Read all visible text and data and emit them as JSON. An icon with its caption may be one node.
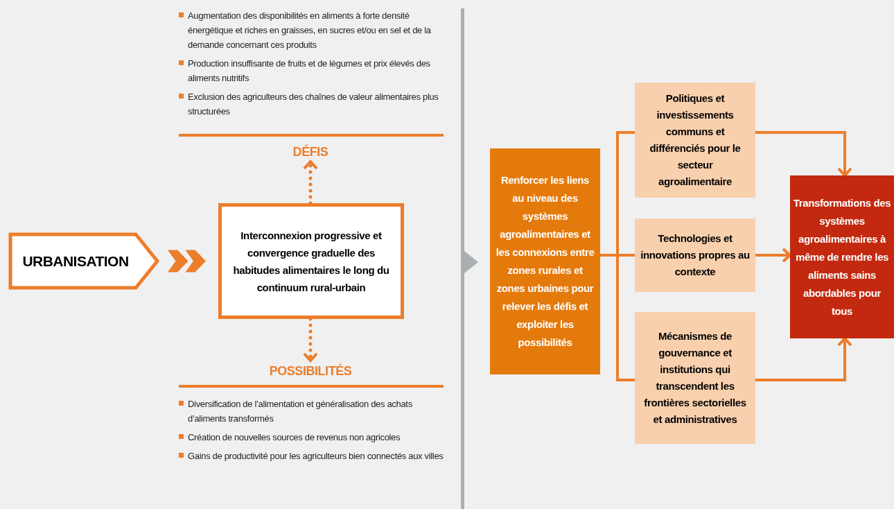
{
  "diagram": {
    "nodes": [
      {
        "text": [
          "URBANISATION"
        ]
      },
      {
        "text": [
          "Interconnexion progressive et convergence graduelle des habitudes alimentaires le long du continuum rural-urbain"
        ]
      },
      {
        "text": [
          "DÉFIS"
        ]
      },
      {
        "text": [
          "POSSIBILITÉS"
        ]
      },
      {
        "text": [
          "Renforcer les liens au niveau des systèmes agroalimentaires et les connexions entre zones rurales et zones urbaines pour relever les défis et exploiter les possibilités"
        ]
      },
      {
        "text": [
          "Politiques et investissements communs et différenciés pour le secteur agroalimentaire"
        ]
      },
      {
        "text": [
          "Technologies et innovations propres au contexte"
        ]
      },
      {
        "text": [
          "Mécanismes de gouvernance et institutions qui transcendent les frontières sectorielles et administratives"
        ]
      },
      {
        "text": [
          "Transformations des systèmes agroalimentaires à même de rendre les aliments sains abordables pour tous"
        ]
      }
    ],
    "edges": [
      {
        "from": 0,
        "to": 1,
        "arrow": "to"
      },
      {
        "from": 1,
        "to": 2,
        "arrow": "to",
        "style": "dashed"
      },
      {
        "from": 1,
        "to": 3,
        "arrow": "to",
        "style": "dashed"
      },
      {
        "from": 4,
        "to": 5,
        "arrow": "none"
      },
      {
        "from": 4,
        "to": 6,
        "arrow": "none"
      },
      {
        "from": 4,
        "to": 7,
        "arrow": "none"
      },
      {
        "from": 5,
        "to": 8,
        "arrow": "to"
      },
      {
        "from": 6,
        "to": 8,
        "arrow": "to"
      },
      {
        "from": 7,
        "to": 8,
        "arrow": "to"
      }
    ],
    "labels": [
      "Augmentation des disponibilités en aliments à forte densité énergétique et riches en graisses, en sucres et/ou en sel et de la demande concernant ces produits",
      "Production insuffisante de fruits et de légumes et prix élevés des aliments nutritifs",
      "Exclusion des agriculteurs des chaînes de valeur alimentaires plus structurées",
      "Diversification de l’alimentation et généralisation des achats d’aliments transformés",
      "Création de nouvelles sources de revenus non agricoles",
      "Gains de productivité pour les agriculteurs bien connectés aux villes"
    ]
  }
}
